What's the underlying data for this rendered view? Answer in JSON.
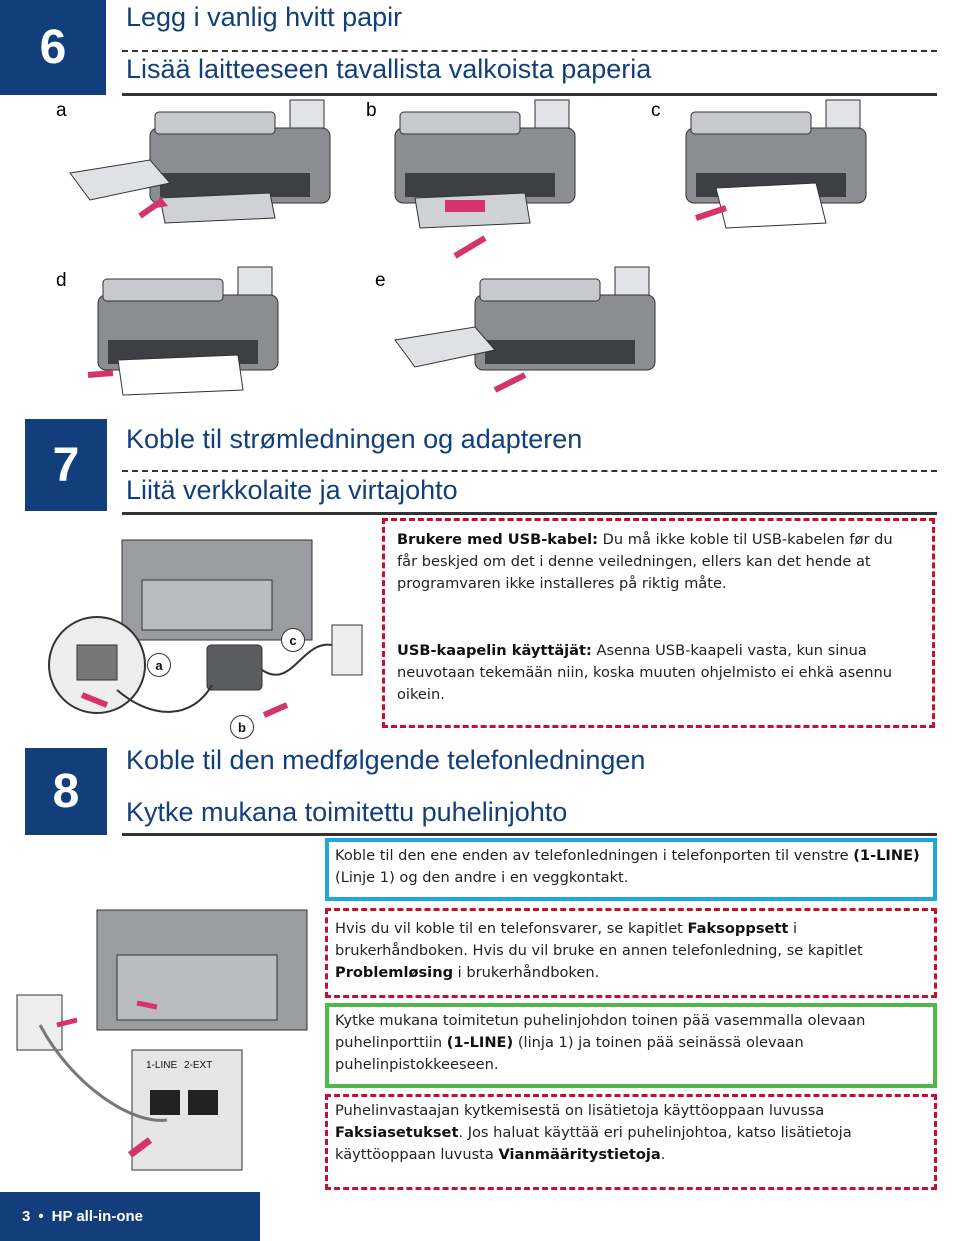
{
  "step6": {
    "number": "6",
    "title_no": "Legg i vanlig hvitt papir",
    "title_fi": "Lisää laitteeseen tavallista valkoista paperia",
    "panels": [
      "a",
      "b",
      "c",
      "d",
      "e"
    ]
  },
  "step7": {
    "number": "7",
    "title_no": "Koble til strømledningen og adapteren",
    "title_fi": "Liitä verkkolaite ja virtajohto",
    "callouts": [
      "a",
      "b",
      "c"
    ],
    "note_no": {
      "bold": "Brukere med USB-kabel:",
      "text": " Du må ikke koble til USB-kabelen før du får beskjed om det i denne veiledningen, ellers kan det hende at programvaren ikke installeres på riktig måte."
    },
    "note_fi": {
      "bold": "USB-kaapelin käyttäjät:",
      "text": " Asenna USB-kaapeli vasta, kun sinua neuvotaan tekemään niin, koska muuten ohjelmisto ei ehkä asennu oikein."
    }
  },
  "step8": {
    "number": "8",
    "title_no": "Koble til den medfølgende telefonledningen",
    "title_fi": "Kytke mukana toimitettu puhelinjohto",
    "port_labels": [
      "1-LINE",
      "2-EXT"
    ],
    "box_no": {
      "t1": "Koble til den ene enden av telefonledningen i telefonporten til venstre ",
      "b1": "(1-LINE)",
      "t2": " (Linje 1) og den andre i en veggkontakt."
    },
    "note_no": {
      "t1": "Hvis du vil koble til en telefonsvarer, se kapitlet ",
      "b1": "Faksoppsett",
      "t2": " i brukerhåndboken. Hvis du vil bruke en annen telefonledning, se kapitlet ",
      "b2": "Problemløsing",
      "t3": " i brukerhåndboken."
    },
    "box_fi": {
      "t1": "Kytke mukana toimitetun puhelinjohdon toinen pää vasemmalla olevaan puhelinporttiin ",
      "b1": "(1-LINE)",
      "t2": " (linja 1) ja toinen pää seinässä olevaan puhelinpistokkeeseen."
    },
    "note_fi": {
      "t1": "Puhelinvastaajan kytkemisestä on lisätietoja käyttöoppaan luvussa ",
      "b1": "Faksiasetukset",
      "t2": ". Jos haluat käyttää eri puhelinjohtoa, katso lisätietoja käyttöoppaan luvusta ",
      "b2": "Vianmääritystietoja",
      "t3": "."
    }
  },
  "footer": {
    "page": "3",
    "separator": "•",
    "product": "HP all-in-one"
  },
  "colors": {
    "step_box": "#123f7c",
    "title": "#123f7c",
    "arrow": "#d6336c",
    "note_border": "#c8102e",
    "cyan_border": "#1fa8dc",
    "green_border": "#4fb848"
  }
}
